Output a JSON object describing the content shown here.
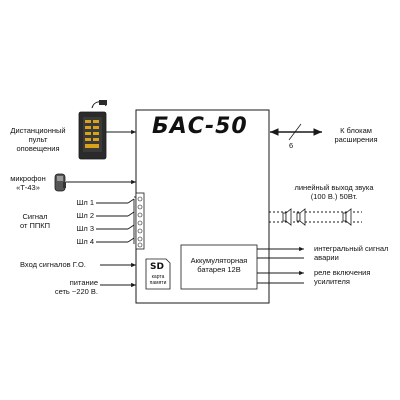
{
  "device": {
    "title": "БАС-50",
    "sd_card_title": "SD",
    "sd_card_caption": "карта\nпамяти",
    "battery_label": "Аккумуляторная\nбатарея 12В"
  },
  "inputs": {
    "remote_panel": "Дистанционный\nпульт\nоповещения",
    "microphone": "микрофон\n«Т-43»",
    "ppkp_signal": "Сигнал\nот ППКП",
    "loops": [
      "Шл 1",
      "Шл 2",
      "Шл 3",
      "Шл 4"
    ],
    "go_input": "Вход сигналов Г.О.",
    "power": "питание\nсеть ~220 В."
  },
  "outputs": {
    "expansion": "К блокам\nрасширения",
    "expansion_bus_count": "6",
    "line_out": "линейный выход звука\n(100 В.) 50Вт.",
    "alarm_signal": "интегральный сигнал\nаварии",
    "amp_relay": "реле включения\nусилителя"
  },
  "colors": {
    "line": "#1a1a1a",
    "panel_body": "#2b2b2b",
    "panel_keys": "#d9a21b",
    "mic_body": "#555555"
  }
}
